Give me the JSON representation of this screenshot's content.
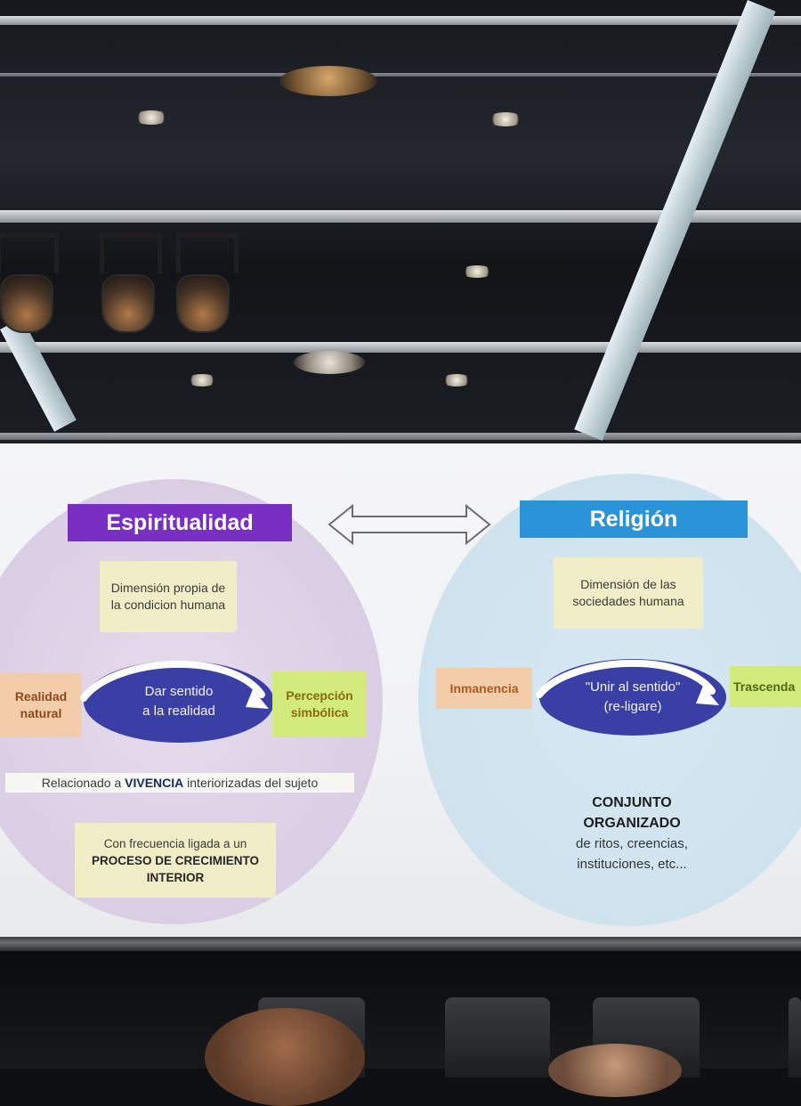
{
  "slide": {
    "left": {
      "title": "Espiritualidad",
      "definition": [
        "Dimensión propia de",
        "la condicion humana"
      ],
      "left_tag": [
        "Realidad",
        "natural"
      ],
      "center_oval": [
        "Dar sentido",
        "a la realidad"
      ],
      "right_tag": [
        "Percepción",
        "simbólica"
      ],
      "strip": {
        "prefix": "Relacionado a ",
        "emphasis": "VIVENCIA",
        "suffix": " interiorizadas del sujeto"
      },
      "bottom": {
        "line1": "Con frecuencia ligada a un",
        "line2": "PROCESO DE CRECIMIENTO",
        "line3": "INTERIOR"
      }
    },
    "right": {
      "title": "Religión",
      "definition": [
        "Dimensión de las",
        "sociedades humana"
      ],
      "left_tag": "Inmanencia",
      "center_oval": [
        "\"Unir al sentido\"",
        "(re-ligare)"
      ],
      "right_tag": "Trascenda",
      "bottom": {
        "line1": "CONJUNTO",
        "line2": "ORGANIZADO",
        "line3": "de ritos, creencias,",
        "line4": "instituciones, etc..."
      }
    },
    "connector": "double-arrow-icon"
  },
  "colors": {
    "spirituality_title": "#7a2fc4",
    "religion_title": "#2b93d8",
    "oval": "#3a3fa6",
    "note": "#efeec7",
    "tag_green": "#d3ea7c",
    "tag_orange": "#f3ccaa"
  }
}
